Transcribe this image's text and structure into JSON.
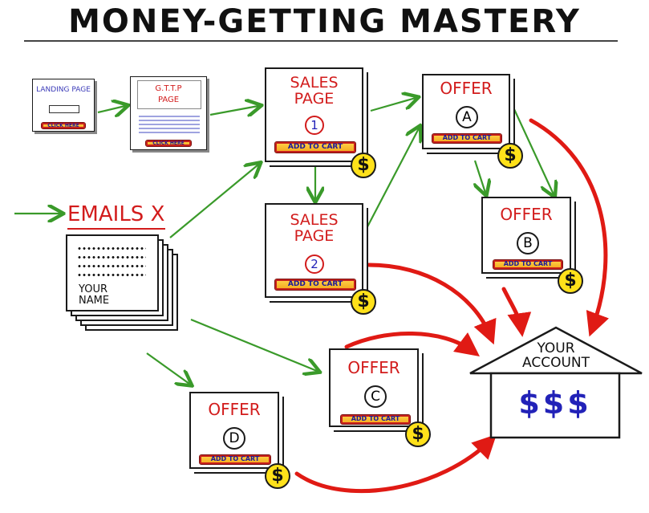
{
  "title": "MONEY-GETTING MASTERY",
  "landing": {
    "title": "LANDING PAGE",
    "button": "CLICK HERE"
  },
  "gttp": {
    "title1": "G.T.T.P",
    "title2": "PAGE",
    "button": "CLICK HERE"
  },
  "sales1": {
    "line1": "SALES",
    "line2": "PAGE",
    "number": "1",
    "button": "ADD TO CART",
    "coin": "$"
  },
  "sales2": {
    "line1": "SALES",
    "line2": "PAGE",
    "number": "2",
    "button": "ADD TO CART",
    "coin": "$"
  },
  "offerA": {
    "title": "OFFER",
    "letter": "A",
    "button": "ADD TO CART",
    "coin": "$"
  },
  "offerB": {
    "title": "OFFER",
    "letter": "B",
    "button": "ADD TO CART",
    "coin": "$"
  },
  "offerC": {
    "title": "OFFER",
    "letter": "C",
    "button": "ADD TO CART",
    "coin": "$"
  },
  "offerD": {
    "title": "OFFER",
    "letter": "D",
    "button": "ADD TO CART",
    "coin": "$"
  },
  "emails": {
    "label": "EMAILS X",
    "name_line1": "YOUR",
    "name_line2": "NAME"
  },
  "account": {
    "line1": "YOUR",
    "line2": "ACCOUNT",
    "money": "$$$"
  },
  "colors": {
    "green_arrow": "#3a9a2a",
    "red_arrow": "#e01a14",
    "title_red": "#d21c1c",
    "blue": "#2222b8",
    "coin": "#ffe11a"
  }
}
